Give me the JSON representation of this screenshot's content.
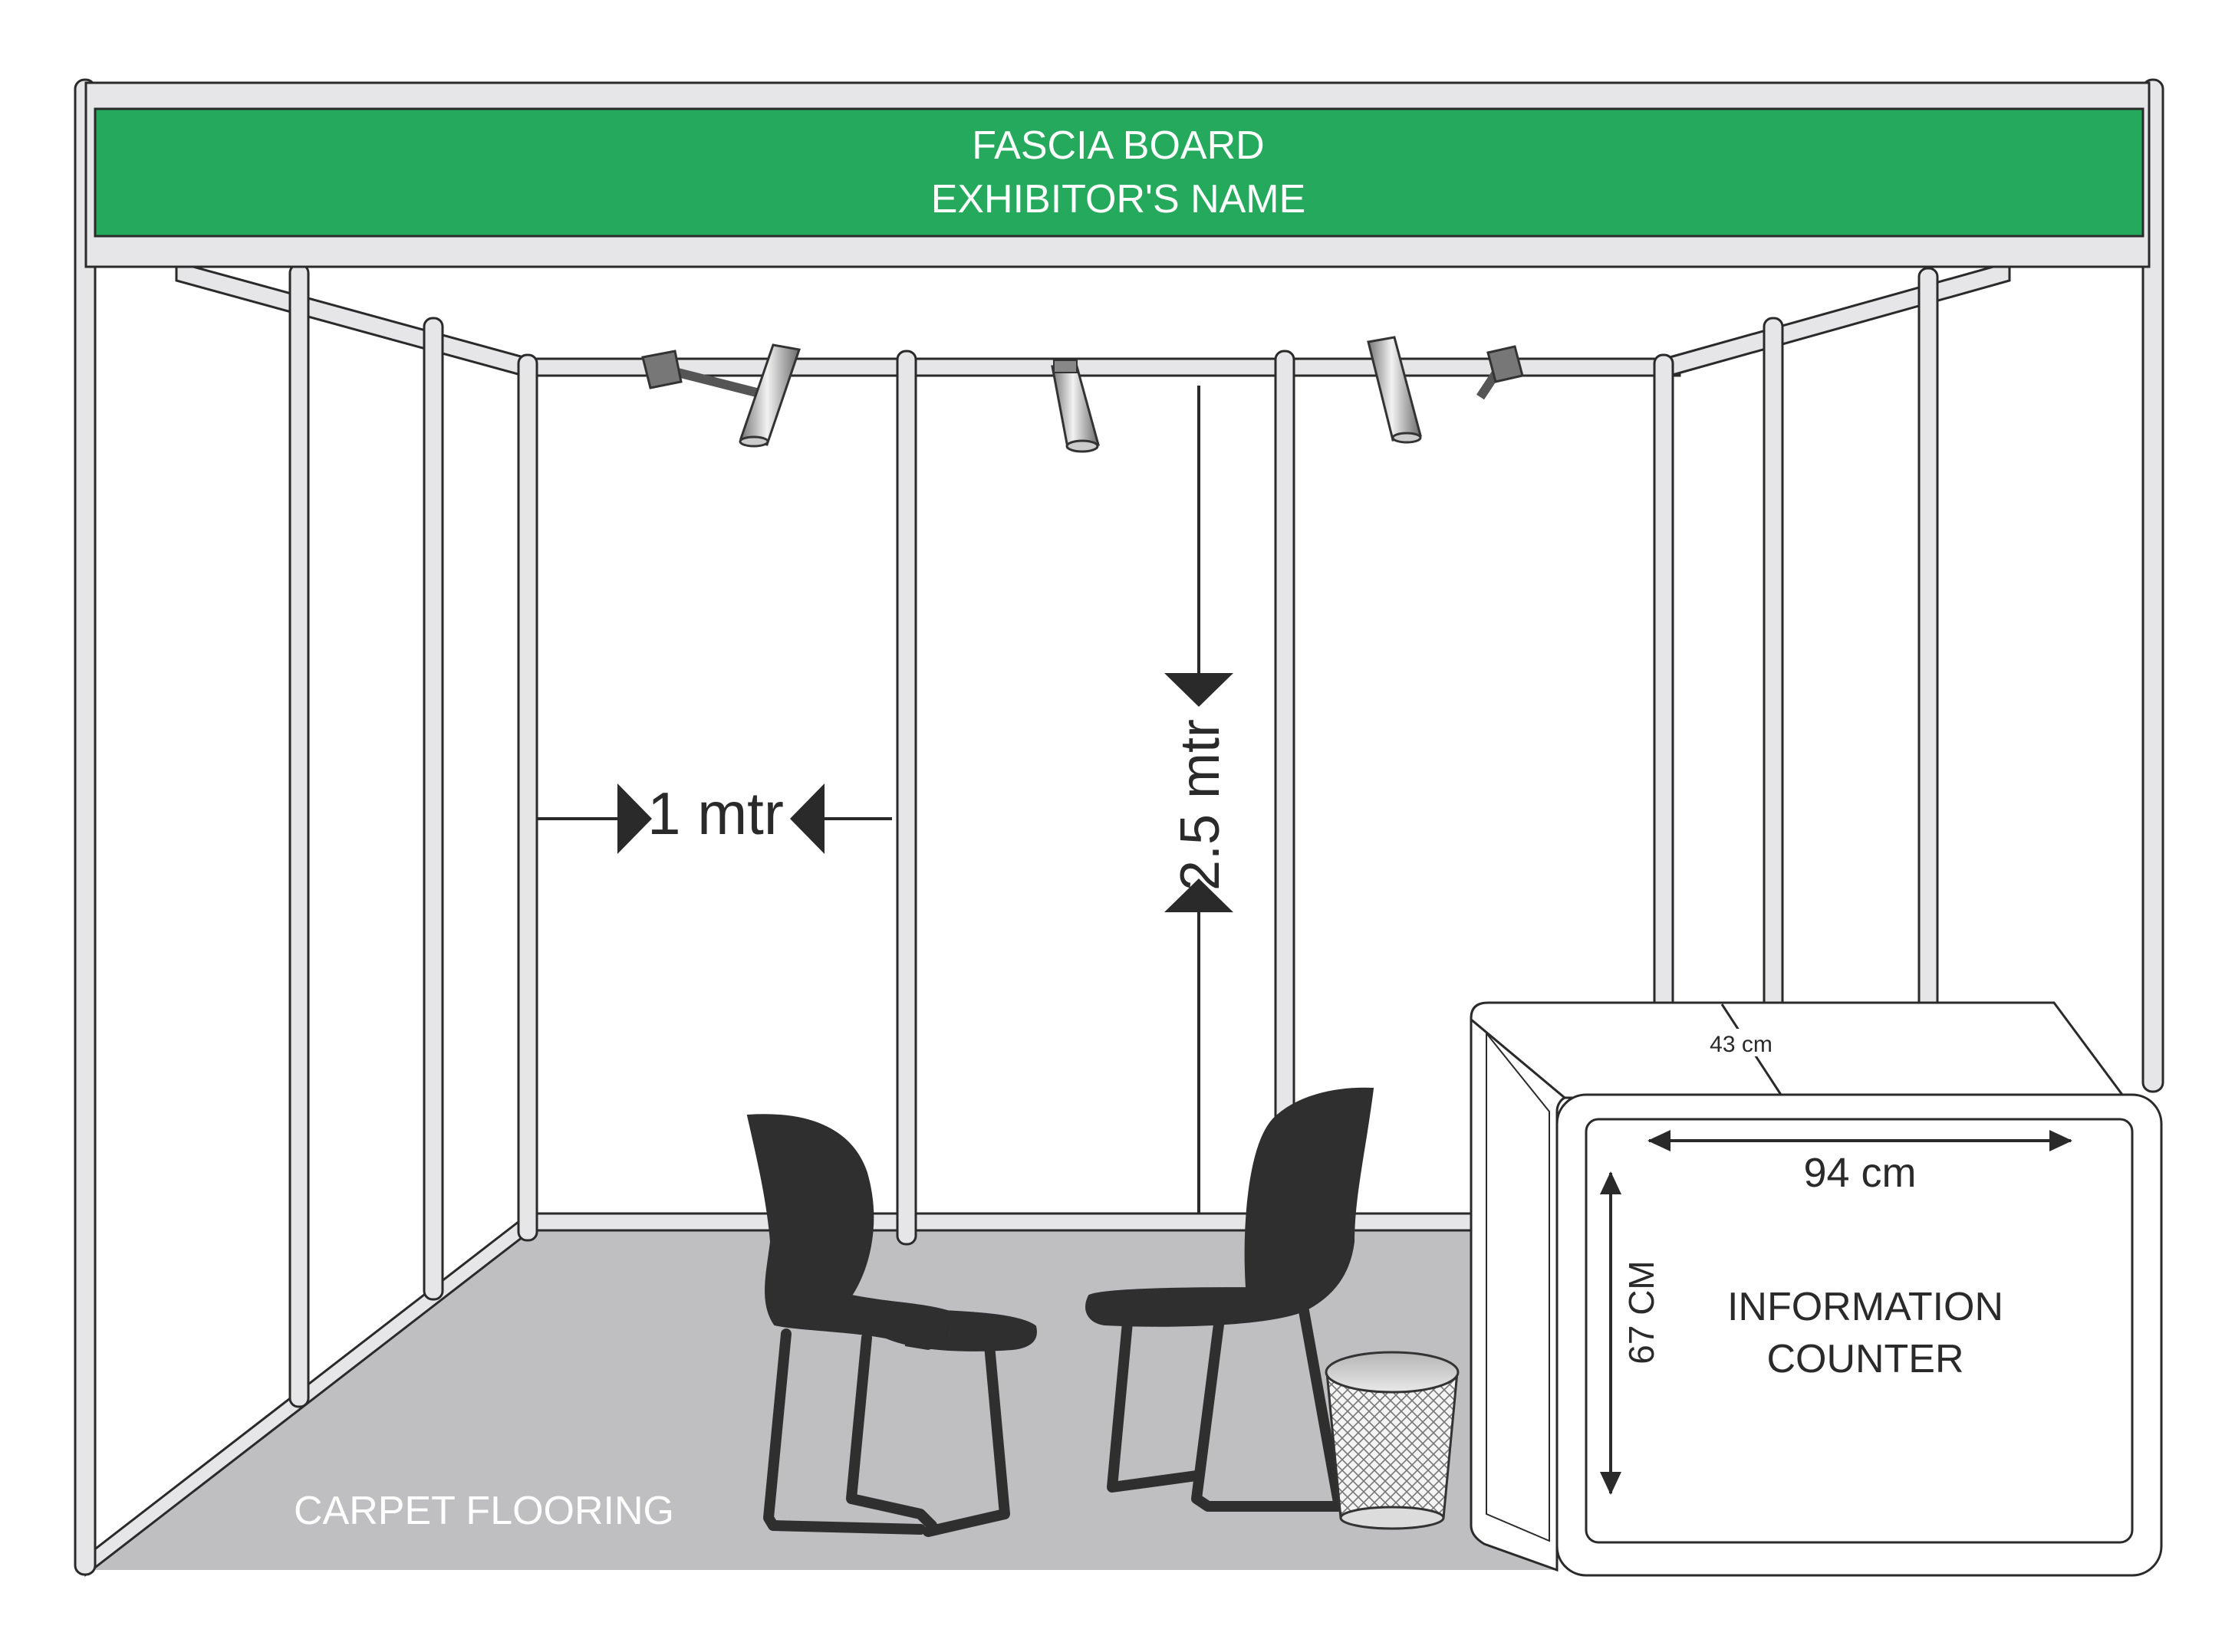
{
  "fascia": {
    "line1": "FASCIA BOARD",
    "line2": "EXHIBITOR'S NAME",
    "color": "#25a95c"
  },
  "dimensions": {
    "width_label": "1 mtr",
    "height_label": "2.5 mtr"
  },
  "floor": {
    "label": "CARPET FLOORING",
    "color": "#bfbfc1"
  },
  "counter": {
    "depth_label": "43 cm",
    "width_label": "94 cm",
    "height_label": "67 CM",
    "name_line1": "INFORMATION",
    "name_line2": "COUNTER"
  },
  "colors": {
    "frame": "#e6e6e8",
    "outline": "#2a2a2a",
    "furniture": "#2f2f30"
  }
}
